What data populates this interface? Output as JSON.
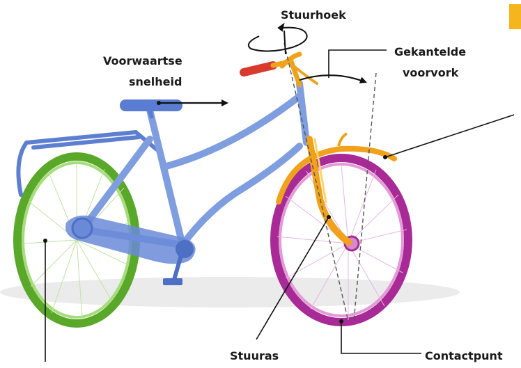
{
  "labels": {
    "stuurhoek": "Stuurhoek",
    "voorwaartse_1": "Voorwaartse",
    "voorwaartse_2": "snelheid",
    "gekantelde_1": "Gekantelde",
    "gekantelde_2": "voorvork",
    "stuuras": "Stuuras",
    "contactpunt": "Contactpunt"
  },
  "colors": {
    "frame": "#7f9ee0",
    "frame_dark": "#4d6fc4",
    "rear_wheel": "#6fbf3a",
    "front_wheel": "#b0329e",
    "fork": "#f0a21c",
    "handlebar_grip": "#d83a2e",
    "corner_tab": "#f5b51c",
    "callout_line": "#111111"
  }
}
